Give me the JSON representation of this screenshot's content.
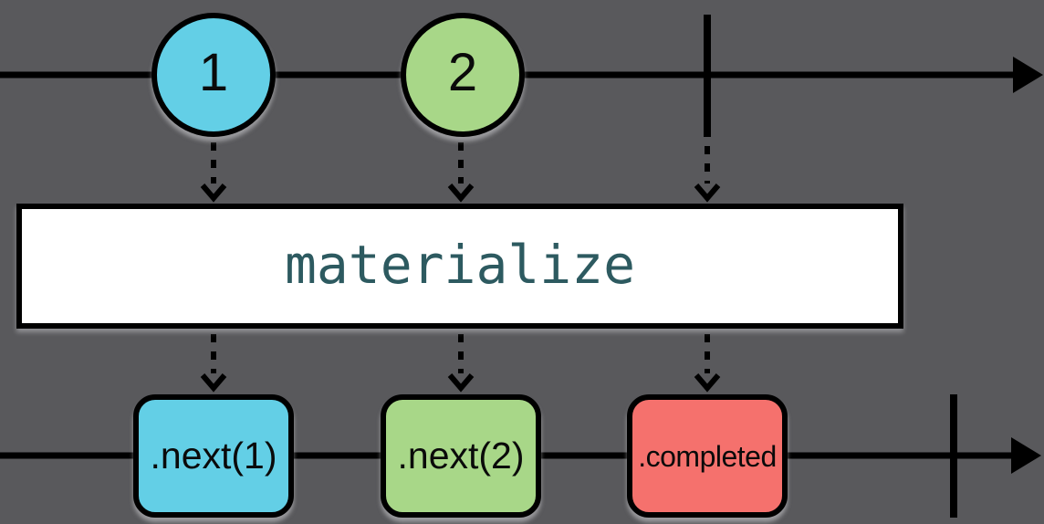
{
  "diagram": {
    "kind": "marble-diagram",
    "colors": {
      "background": "#59595C",
      "stroke": "#000000",
      "cyan_marble": "#63CFE6",
      "green_marble": "#A8D788",
      "red_marble": "#F5716D",
      "operator_box_bg": "#FFFFFF",
      "operator_text": "#2D5A60"
    },
    "operator": {
      "label": "materialize"
    },
    "source_stream": {
      "marbles": [
        {
          "label": "1",
          "color": "#63CFE6"
        },
        {
          "label": "2",
          "color": "#A8D788"
        }
      ],
      "completion_marker": "end-of-stream bar"
    },
    "output_stream": {
      "marbles": [
        {
          "label": ".next(1)",
          "color": "#63CFE6"
        },
        {
          "label": ".next(2)",
          "color": "#A8D788"
        },
        {
          "label": ".completed",
          "color": "#F5716D"
        }
      ],
      "completion_marker": "end-of-stream bar"
    }
  }
}
